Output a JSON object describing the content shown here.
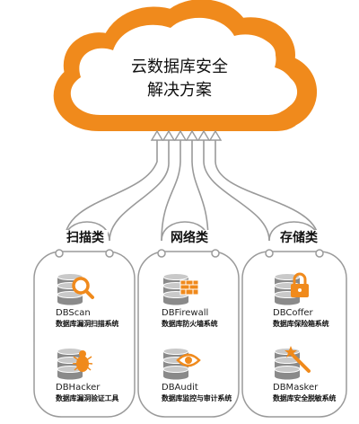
{
  "colors": {
    "accent": "#f08a1c",
    "db_gray": "#8a8a8a",
    "frame_gray": "#9a9a9a"
  },
  "cloud": {
    "line1": "云数据库安全",
    "line2": "解决方案"
  },
  "categories": [
    {
      "label": "扫描类",
      "products": [
        {
          "name": "DBScan",
          "desc": "数据库漏洞扫描系统",
          "icon": "magnifier-icon"
        },
        {
          "name": "DBHacker",
          "desc": "数据库漏洞验证工具",
          "icon": "bug-icon"
        }
      ]
    },
    {
      "label": "网络类",
      "products": [
        {
          "name": "DBFirewall",
          "desc": "数据库防火墙系统",
          "icon": "firewall-icon"
        },
        {
          "name": "DBAudit",
          "desc": "数据库监控与审计系统",
          "icon": "eye-icon"
        }
      ]
    },
    {
      "label": "存储类",
      "products": [
        {
          "name": "DBCoffer",
          "desc": "数据库保险箱系统",
          "icon": "lock-icon"
        },
        {
          "name": "DBMasker",
          "desc": "数据库安全脱敏系统",
          "icon": "magic-wand-icon"
        }
      ]
    }
  ]
}
